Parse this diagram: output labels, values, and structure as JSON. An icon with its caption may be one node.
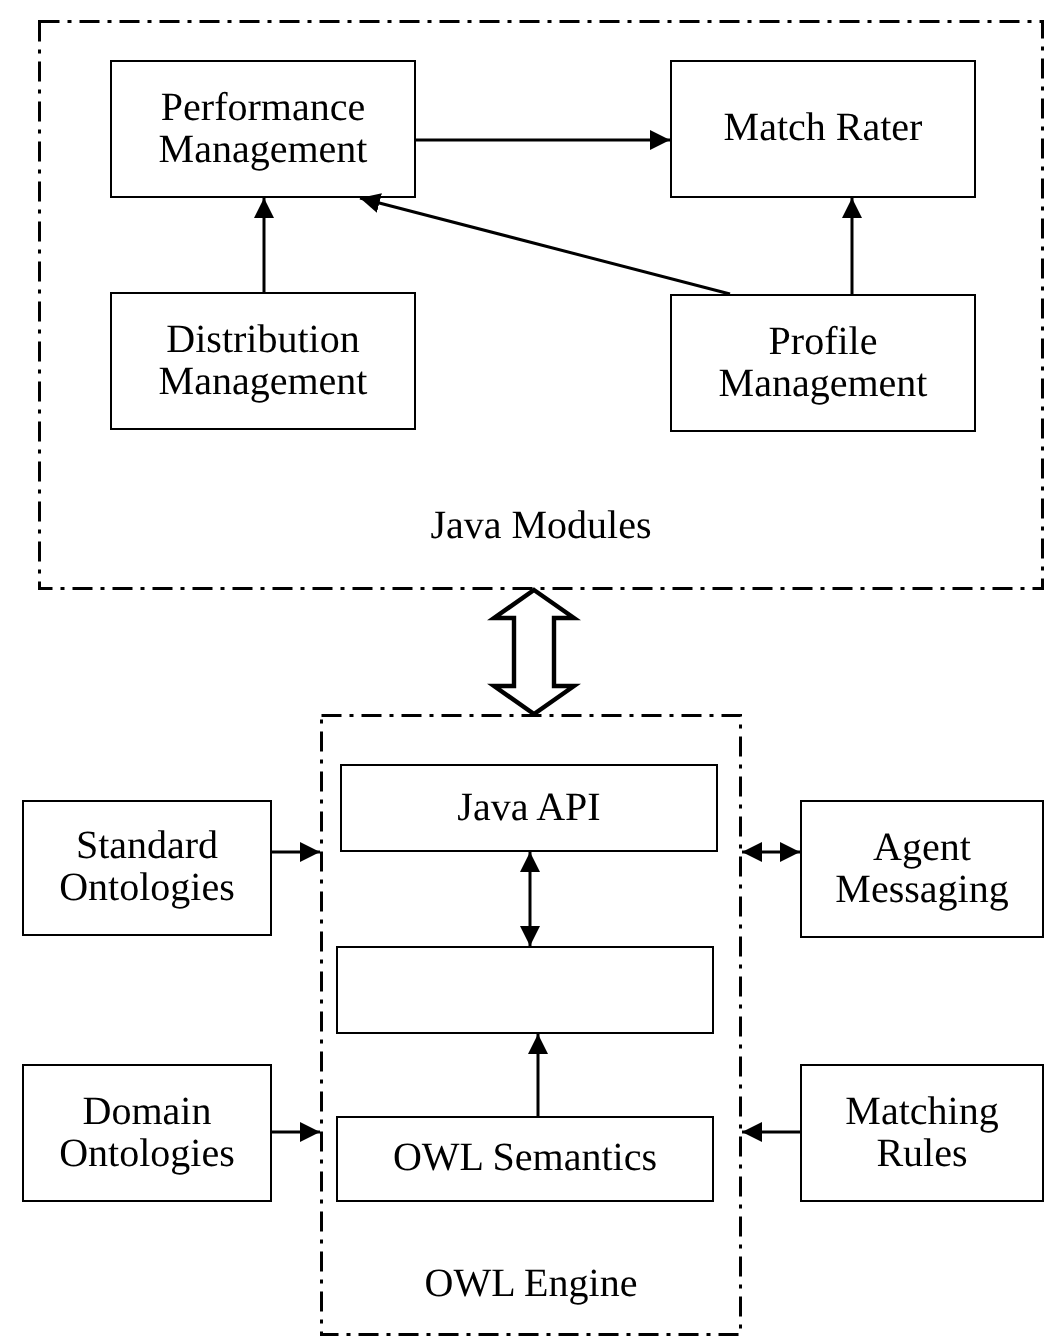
{
  "diagram": {
    "nodes": [
      {
        "text": [
          "Java Modules"
        ]
      },
      {
        "text": [
          "Performance Management"
        ],
        "in": 0
      },
      {
        "text": [
          "Match Rater"
        ],
        "in": 0
      },
      {
        "text": [
          "Distribution Management"
        ],
        "in": 0
      },
      {
        "text": [
          "Profile Management"
        ],
        "in": 0
      },
      {
        "text": [
          "OWL Engine"
        ]
      },
      {
        "text": [
          "Java API"
        ],
        "in": 5
      },
      {
        "text": [],
        "shape": "box",
        "in": 5
      },
      {
        "text": [
          "OWL Semantics"
        ],
        "in": 5
      },
      {
        "text": [
          "Standard Ontologies"
        ]
      },
      {
        "text": [
          "Domain Ontologies"
        ]
      },
      {
        "text": [
          "Agent Messaging"
        ]
      },
      {
        "text": [
          "Matching Rules"
        ]
      }
    ],
    "edges": [
      {
        "from": 1,
        "to": 2,
        "arrow": "to"
      },
      {
        "from": 3,
        "to": 1,
        "arrow": "to"
      },
      {
        "from": 4,
        "to": 1,
        "arrow": "to"
      },
      {
        "from": 4,
        "to": 2,
        "arrow": "to"
      },
      {
        "from": 0,
        "to": 5,
        "arrow": "both",
        "style": "thick"
      },
      {
        "from": 6,
        "to": 7,
        "arrow": "both"
      },
      {
        "from": 8,
        "to": 7,
        "arrow": "to"
      },
      {
        "from": 9,
        "to": 5,
        "arrow": "to"
      },
      {
        "from": 10,
        "to": 5,
        "arrow": "to"
      },
      {
        "from": 11,
        "to": 5,
        "arrow": "both"
      },
      {
        "from": 12,
        "to": 5,
        "arrow": "to"
      }
    ]
  }
}
